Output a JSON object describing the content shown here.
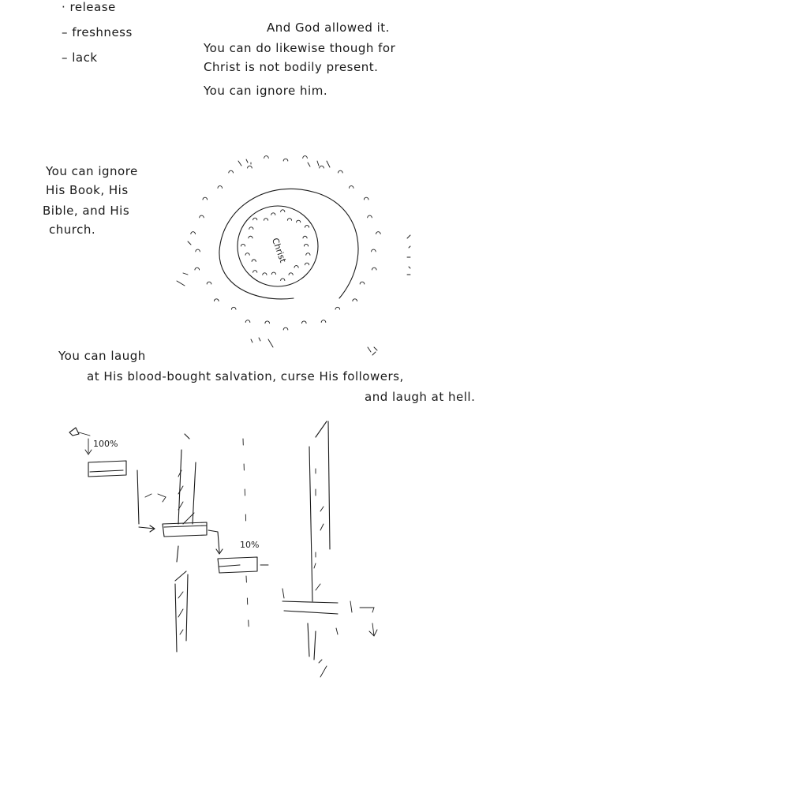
{
  "list": {
    "items": [
      "· release",
      "– freshness",
      "– lack"
    ]
  },
  "note_top": {
    "line1": "And God allowed it.",
    "line2": "You can do likewise though for",
    "line3": "Christ is not bodily present.",
    "line4": "You can ignore him."
  },
  "note_left": {
    "line1": "You can ignore",
    "line2": "His Book, His",
    "line3": "Bible, and His",
    "line4": "church."
  },
  "circle": {
    "center_label": "Christ"
  },
  "note_middle": {
    "line1": "You can laugh",
    "line2": "at His blood-bought salvation, curse His followers,",
    "line3": "and laugh at hell."
  },
  "diagram": {
    "label_100": "100%",
    "label_10": "10%"
  }
}
